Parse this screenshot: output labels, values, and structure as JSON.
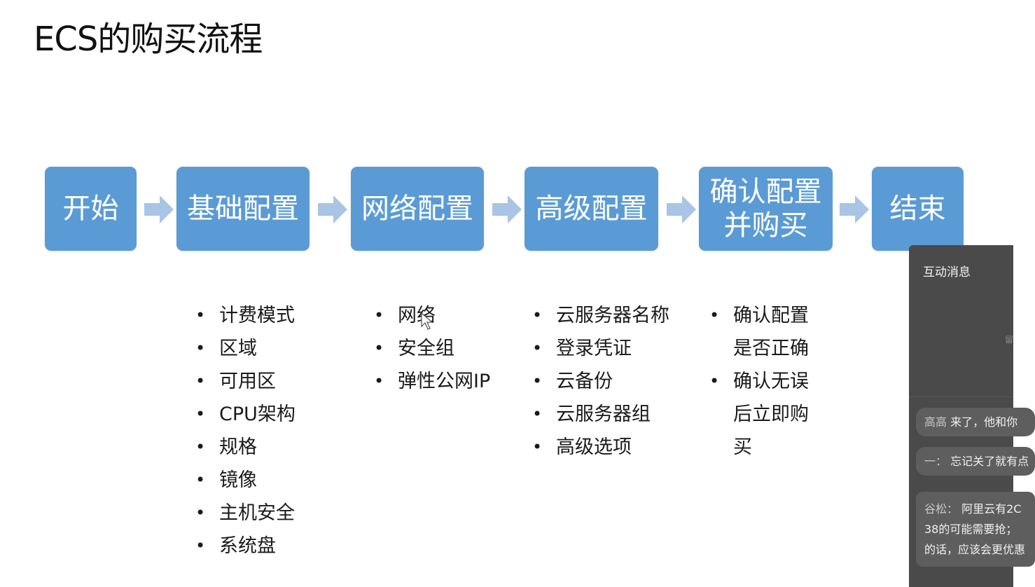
{
  "slide": {
    "title": "ECS的购买流程",
    "steps": [
      {
        "lines": [
          "开始"
        ]
      },
      {
        "lines": [
          "基础配置"
        ]
      },
      {
        "lines": [
          "网络配置"
        ]
      },
      {
        "lines": [
          "高级配置"
        ]
      },
      {
        "lines": [
          "确认配置",
          "并购买"
        ]
      },
      {
        "lines": [
          "结束"
        ]
      }
    ],
    "bullet_lists": {
      "basic": [
        "计费模式",
        "区域",
        "可用区",
        "CPU架构",
        "规格",
        "镜像",
        "主机安全",
        "系统盘"
      ],
      "network": [
        "网络",
        "安全组",
        "弹性公网IP"
      ],
      "advanced": [
        "云服务器名称",
        "登录凭证",
        "云备份",
        "云服务器组",
        "高级选项"
      ],
      "confirm": [
        "确认配置是否正确",
        "确认无误后立即购买"
      ]
    },
    "colors": {
      "step_fill": "#5b9bd5",
      "arrow_fill": "#a9c4e4",
      "step_text": "#ffffff"
    }
  },
  "chat_panel": {
    "title": "互动消息",
    "messages": [
      {
        "sender": "高高",
        "text": "来了，他和你"
      },
      {
        "sender": "一",
        "text": "忘记关了就有点"
      },
      {
        "sender": "谷松",
        "text": "阿里云有2C",
        "more": [
          "38的可能需要抢；",
          "的话，应该会更优惠"
        ]
      }
    ],
    "colors": {
      "background": "#4a4a4a",
      "bubble": "#5e5e5e"
    }
  }
}
